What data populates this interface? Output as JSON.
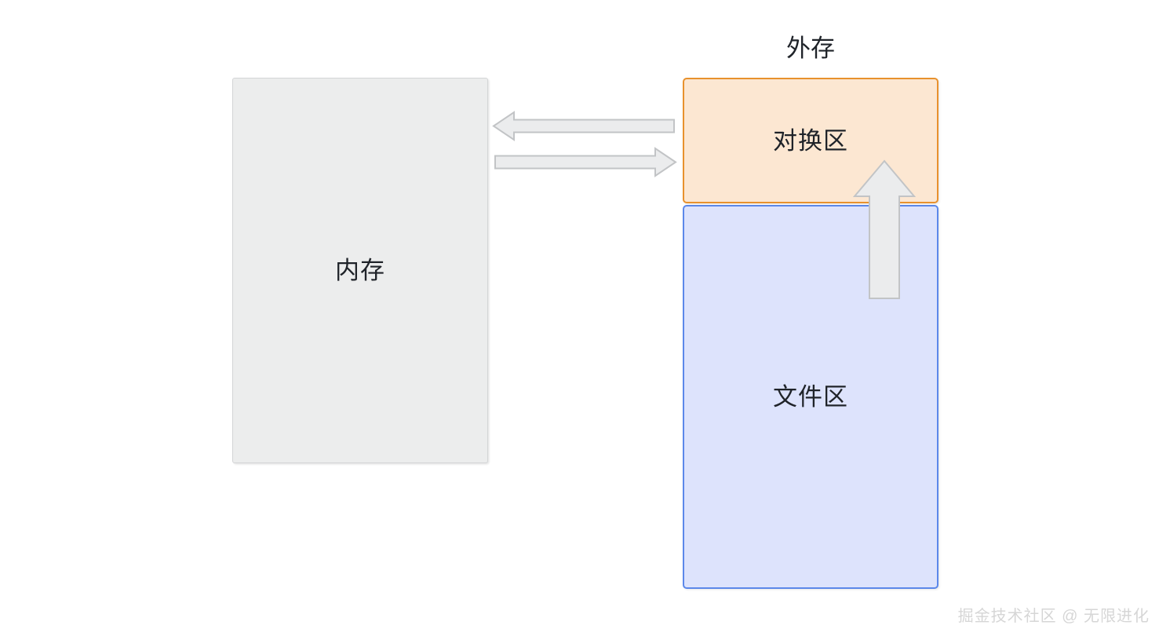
{
  "diagram": {
    "title_external_storage": "外存",
    "blocks": [
      {
        "id": "memory",
        "label": "内存",
        "fill": "#eceded",
        "border": "#d3d5d6"
      },
      {
        "id": "swap_area",
        "label": "对换区",
        "fill": "#fce7d2",
        "border": "#e8912d"
      },
      {
        "id": "file_area",
        "label": "文件区",
        "fill": "#dde3fc",
        "border": "#5c88ea"
      }
    ],
    "arrows": [
      {
        "id": "swap-to-memory",
        "direction": "left",
        "from": "swap_area",
        "to": "memory",
        "fill": "#ebeced",
        "border": "#c2c4c6"
      },
      {
        "id": "memory-to-swap",
        "direction": "right",
        "from": "memory",
        "to": "swap_area",
        "fill": "#ebeced",
        "border": "#c2c4c6"
      },
      {
        "id": "file-to-swap",
        "direction": "up",
        "from": "file_area",
        "to": "swap_area",
        "fill": "#ebeced",
        "border": "#c2c4c6"
      }
    ],
    "watermark": "掘金技术社区 @ 无限进化",
    "colors": {
      "background": "#ffffff",
      "text": "#1f2329",
      "watermark": "#d6d6d6"
    }
  }
}
